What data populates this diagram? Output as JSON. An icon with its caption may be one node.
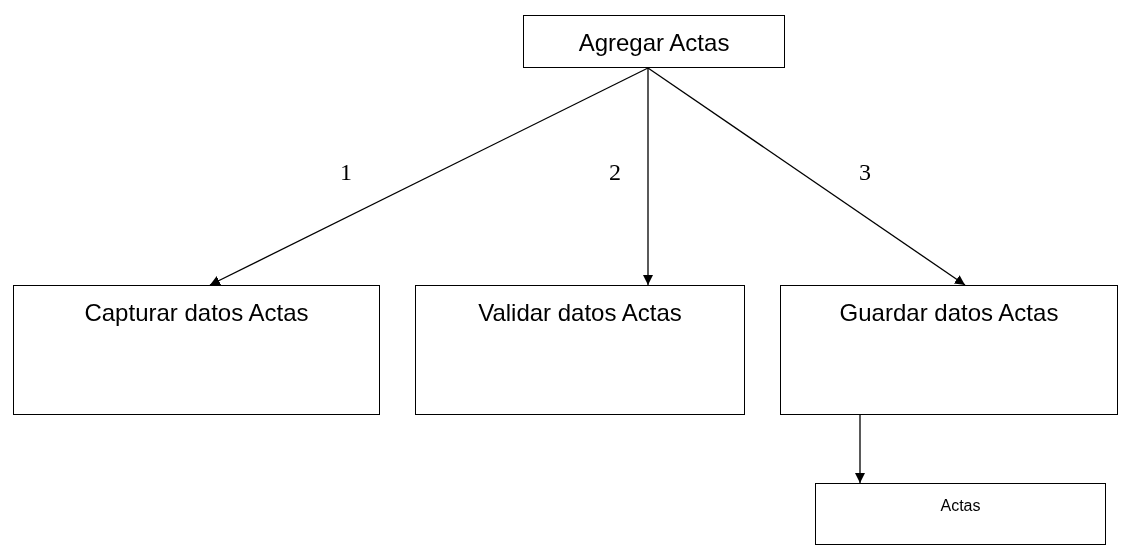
{
  "diagram": {
    "nodes": [
      {
        "text": [
          "Agregar Actas"
        ]
      },
      {
        "text": [
          "Capturar datos Actas"
        ]
      },
      {
        "text": [
          "Validar datos Actas"
        ]
      },
      {
        "text": [
          "Guardar datos Actas"
        ]
      },
      {
        "text": [
          "Actas"
        ]
      }
    ],
    "edges": [
      {
        "from": 0,
        "to": 1,
        "arrow": "to",
        "label": "1"
      },
      {
        "from": 0,
        "to": 2,
        "arrow": "to",
        "label": "2"
      },
      {
        "from": 0,
        "to": 3,
        "arrow": "to",
        "label": "3"
      },
      {
        "from": 3,
        "to": 4,
        "arrow": "to"
      }
    ]
  }
}
